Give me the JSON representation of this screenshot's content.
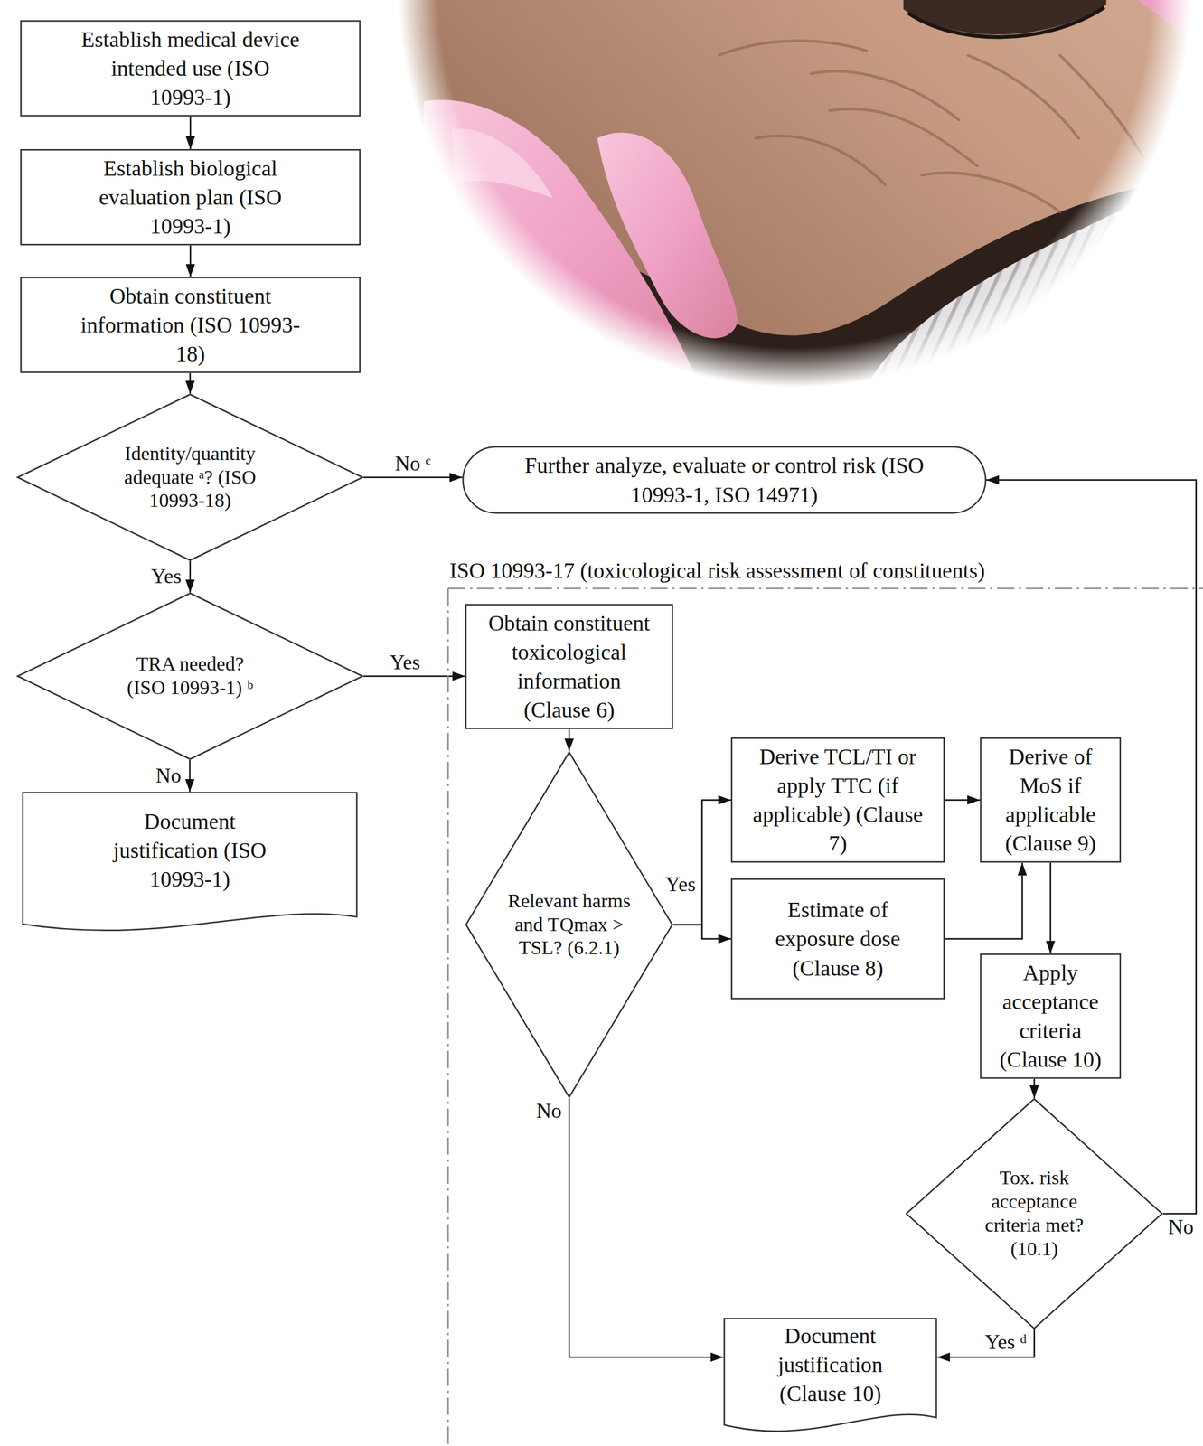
{
  "diagram": {
    "nodes": [
      {
        "text": [
          "Establish medical device intended use (ISO 10993-1)"
        ]
      },
      {
        "text": [
          "Establish biological evaluation plan (ISO 10993-1)"
        ]
      },
      {
        "text": [
          "Obtain constituent information (ISO 10993-18)"
        ]
      },
      {
        "text": [
          "Identity/quantity adequate ᵃ? (ISO 10993-18)"
        ]
      },
      {
        "text": [
          "Further analyze, evaluate or control risk (ISO 10993-1, ISO 14971)"
        ]
      },
      {
        "text": [
          "TRA needed? (ISO 10993-1) ᵇ"
        ]
      },
      {
        "text": [
          "Document justification (ISO 10993-1)"
        ]
      },
      {
        "text": [
          "ISO 10993-17 (toxicological risk assessment of constituents)"
        ]
      },
      {
        "text": [
          "Obtain constituent toxicological information (Clause 6)"
        ],
        "in": 7
      },
      {
        "text": [
          "Relevant harms and TQmax > TSL? (6.2.1)"
        ],
        "in": 7
      },
      {
        "text": [
          "Derive TCL/TI or apply TTC (if applicable) (Clause 7)"
        ],
        "in": 7
      },
      {
        "text": [
          "Estimate of exposure dose (Clause 8)"
        ],
        "in": 7
      },
      {
        "text": [
          "Derive of MoS if applicable (Clause 9)"
        ],
        "in": 7
      },
      {
        "text": [
          "Apply acceptance criteria (Clause 10)"
        ],
        "in": 7
      },
      {
        "text": [
          "Tox. risk acceptance criteria met? (10.1)"
        ],
        "in": 7
      },
      {
        "text": [
          "Document justification (Clause 10)"
        ],
        "in": 7
      }
    ],
    "edges": [
      {
        "from": 0,
        "to": 1,
        "arrow": "to"
      },
      {
        "from": 1,
        "to": 2,
        "arrow": "to"
      },
      {
        "from": 2,
        "to": 3,
        "arrow": "to"
      },
      {
        "from": 3,
        "to": 4,
        "label": "No ᶜ",
        "arrow": "to"
      },
      {
        "from": 3,
        "to": 5,
        "label": "Yes",
        "arrow": "to"
      },
      {
        "from": 5,
        "to": 8,
        "label": "Yes",
        "arrow": "to"
      },
      {
        "from": 5,
        "to": 6,
        "label": "No",
        "arrow": "to"
      },
      {
        "from": 8,
        "to": 9,
        "arrow": "to"
      },
      {
        "from": 9,
        "to": 10,
        "label": "Yes",
        "arrow": "to"
      },
      {
        "from": 9,
        "to": 11,
        "arrow": "to"
      },
      {
        "from": 10,
        "to": 12,
        "arrow": "to"
      },
      {
        "from": 11,
        "to": 12,
        "arrow": "to"
      },
      {
        "from": 12,
        "to": 13,
        "arrow": "to"
      },
      {
        "from": 13,
        "to": 14,
        "arrow": "to"
      },
      {
        "from": 14,
        "to": 4,
        "label": "No",
        "arrow": "to"
      },
      {
        "from": 14,
        "to": 15,
        "label": "Yes ᵈ",
        "arrow": "to"
      },
      {
        "from": 9,
        "to": 15,
        "label": "No",
        "arrow": "to"
      }
    ]
  }
}
